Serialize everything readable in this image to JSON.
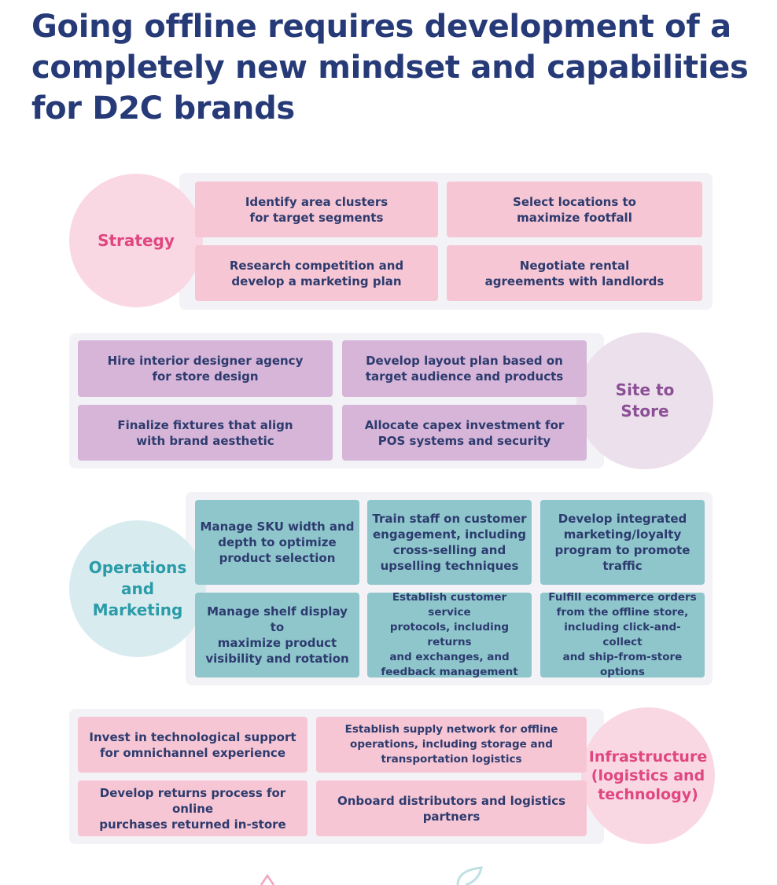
{
  "title": "Going offline requires development of a\ncompletely new mindset and capabilities\nfor D2C brands",
  "sections": [
    {
      "label": "Strategy",
      "cards": [
        "Identify area clusters\nfor target segments",
        "Select locations to\nmaximize footfall",
        "Research competition and\ndevelop a marketing plan",
        "Negotiate rental\nagreements with landlords"
      ]
    },
    {
      "label": "Site to\nStore",
      "cards": [
        "Hire interior designer agency\nfor store design",
        "Develop layout plan based on\ntarget audience and products",
        "Finalize fixtures that align\nwith brand aesthetic",
        "Allocate capex investment for\nPOS systems and security"
      ]
    },
    {
      "label": "Operations\nand\nMarketing",
      "cards": [
        "Manage SKU width and\ndepth to optimize\nproduct selection",
        "Train staff on customer\nengagement, including\ncross-selling and\nupselling techniques",
        "Develop integrated\nmarketing/loyalty\nprogram to promote\ntraffic",
        "Manage shelf display to\nmaximize product\nvisibility and rotation",
        "Establish customer service\nprotocols, including returns\nand exchanges, and\nfeedback management",
        "Fulfill ecommerce orders\nfrom the offline store,\nincluding click-and-collect\nand ship-from-store options"
      ]
    },
    {
      "label": "Infrastructure\n(logistics and\ntechnology)",
      "cards": [
        "Invest in technological support\nfor omnichannel experience",
        "Establish supply network for offline\noperations, including storage and\ntransportation logistics",
        "Develop returns process for online\npurchases returned in-store",
        "Onboard distributors and logistics\npartners"
      ]
    }
  ]
}
